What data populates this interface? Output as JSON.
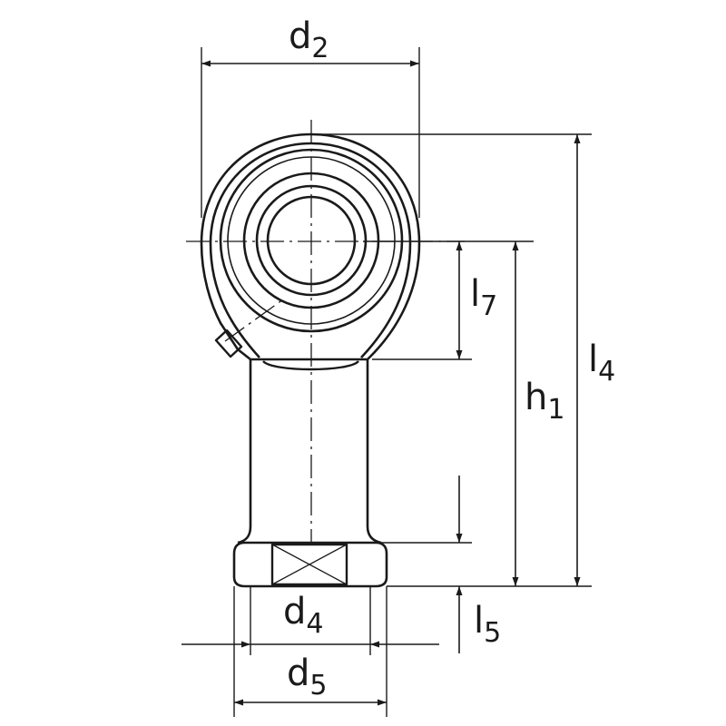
{
  "diagram": {
    "subject": "rod end with female thread",
    "stroke_color": "#1a1a1a",
    "background": "#ffffff",
    "dimensions": [
      {
        "id": "d2",
        "base": "d",
        "sub": "2"
      },
      {
        "id": "l4",
        "base": "l",
        "sub": "4"
      },
      {
        "id": "l7",
        "base": "l",
        "sub": "7"
      },
      {
        "id": "h1",
        "base": "h",
        "sub": "1"
      },
      {
        "id": "d4",
        "base": "d",
        "sub": "4"
      },
      {
        "id": "l5",
        "base": "l",
        "sub": "5"
      },
      {
        "id": "d5",
        "base": "d",
        "sub": "5"
      }
    ]
  }
}
